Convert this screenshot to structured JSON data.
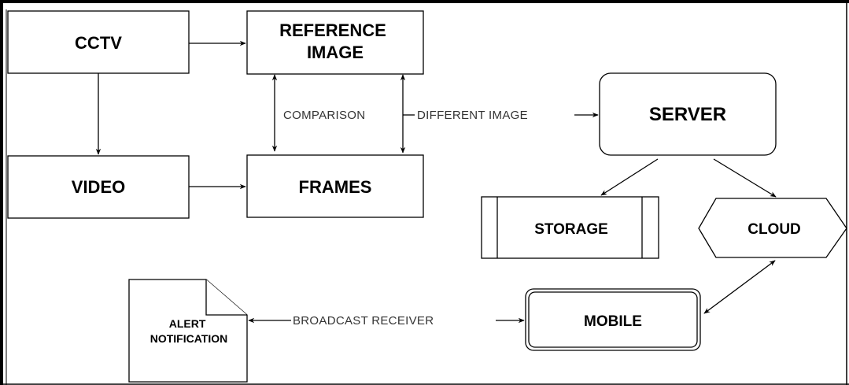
{
  "nodes": {
    "cctv": "CCTV",
    "reference_image": [
      "REFERENCE",
      "IMAGE"
    ],
    "video": "VIDEO",
    "frames": "FRAMES",
    "server": "SERVER",
    "storage": "STORAGE",
    "cloud": "CLOUD",
    "mobile": "MOBILE",
    "alert_notification": [
      "ALERT",
      "NOTIFICATION"
    ]
  },
  "edge_labels": {
    "comparison": "COMPARISON",
    "different_image": "DIFFERENT IMAGE",
    "broadcast_receiver": "BROADCAST RECEIVER"
  }
}
